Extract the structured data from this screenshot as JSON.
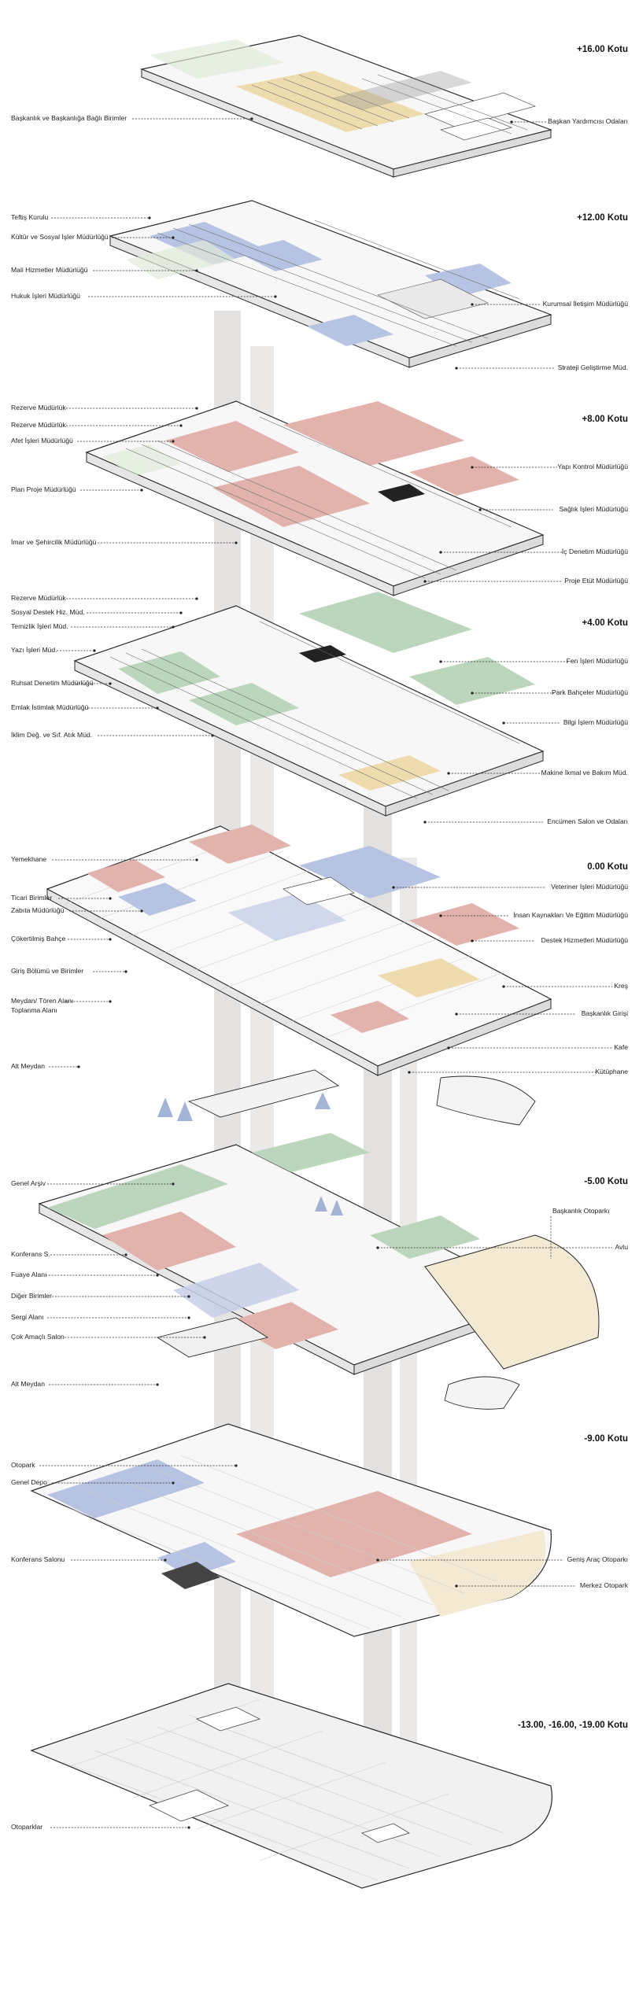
{
  "colors": {
    "yellow": "#efdcae",
    "blue": "#b7c3e2",
    "red": "#e2b3ac",
    "green": "#bcd6bd",
    "cream": "#f4e9d2",
    "grey_shaft": "#e3e0e0",
    "slab": "#f7f7f7"
  },
  "levels": [
    {
      "id": "lvl-16",
      "label": "+16.00 Kotu",
      "left_labels": [
        "Başkanlık ve Başkanlığa Bağlı Birimler"
      ],
      "right_labels": [
        "Başkan Yardımcısı Odaları"
      ]
    },
    {
      "id": "lvl-12",
      "label": "+12.00 Kotu",
      "left_labels": [
        "Teftiş Kurulu",
        "Kültür ve Sosyal İşler Müdürlüğü",
        "Mali Hizmetler Müdürlüğü",
        "Hukuk İşleri Müdürlüğü"
      ],
      "right_labels": [
        "Kurumsal İletişim Müdürlüğü",
        "Strateji Geliştirme Müd."
      ]
    },
    {
      "id": "lvl-8",
      "label": "+8.00 Kotu",
      "left_labels": [
        "Rezerve Müdürlük",
        "Rezerve Müdürlük",
        "Afet İşleri Müdürlüğü",
        "Plan Proje Müdürlüğü",
        "İmar ve Şehircilik Müdürlüğü"
      ],
      "right_labels": [
        "Yapı Kontrol Müdürlüğü",
        "Sağlık İşleri Müdürlüğü",
        "İç Denetim Müdürlüğü",
        "Proje Etüt Müdürlüğü"
      ]
    },
    {
      "id": "lvl-4",
      "label": "+4.00 Kotu",
      "left_labels": [
        "Rezerve Müdürlük",
        "Sosyal Destek Hiz. Müd.",
        "Temizlik İşleri Müd.",
        "Yazı İşleri Müd.",
        "Ruhsat Denetim Müdürlüğü",
        "Emlak İstimlak Müdürlüğü",
        "İklim Değ. ve Sıf. Atık Müd."
      ],
      "right_labels": [
        "Fen İşleri Müdürlüğü",
        "Park Bahçeler Müdürlüğü",
        "Bilgi İşlem Müdürlüğü",
        "Makine İkmal ve Bakım Müd.",
        "Encümen Salon ve Odaları"
      ]
    },
    {
      "id": "lvl-0",
      "label": "0.00 Kotu",
      "left_labels": [
        "Yemekhane",
        "Ticari Birimler",
        "Zabıta Müdürlüğü",
        "Çökertilmiş Bahçe",
        "Giriş Bölümü ve Birimler",
        "Meydan/ Tören Alanı",
        "Toplanma Alanı",
        "Alt Meydan"
      ],
      "right_labels": [
        "Veteriner İşleri Müdürlüğü",
        "İnsan Kaynakları Ve Eğitim Müdürlüğü",
        "Destek Hizmetleri Müdürlüğü",
        "Kreş",
        "Başkanlık Girişi",
        "Kafe",
        "Kütüphane"
      ]
    },
    {
      "id": "lvl-m5",
      "label": "-5.00 Kotu",
      "left_labels": [
        "Genel Arşiv",
        "Konferans S.",
        "Fuaye Alanı",
        "Diğer Birimler",
        "Sergi Alanı",
        "Çok Amaçlı Salon",
        "Alt Meydan"
      ],
      "right_labels": [
        "Başkanlık Otoparkı",
        "Avlu"
      ]
    },
    {
      "id": "lvl-m9",
      "label": "-9.00 Kotu",
      "left_labels": [
        "Otopark",
        "Genel Depo",
        "Konferans Salonu"
      ],
      "right_labels": [
        "Geniş Araç Otoparkı",
        "Merkez Otopark"
      ]
    },
    {
      "id": "lvl-m13",
      "label": "-13.00, -16.00, -19.00 Kotu",
      "left_labels": [
        "Otoparklar"
      ],
      "right_labels": []
    }
  ]
}
